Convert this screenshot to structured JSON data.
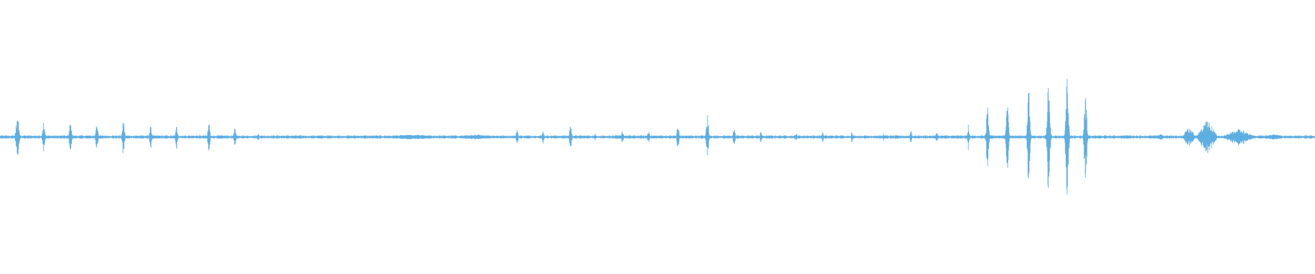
{
  "waveform": {
    "color": "#5dade2",
    "background": "#ffffff",
    "duration_norm": 1.0,
    "amplitude_scale": "linear",
    "bursts": [
      {
        "t": 0.0133,
        "amp": 0.18,
        "dur": 0.0038,
        "dense": false
      },
      {
        "t": 0.0333,
        "amp": 0.14,
        "dur": 0.003,
        "dense": false
      },
      {
        "t": 0.0536,
        "amp": 0.12,
        "dur": 0.0032,
        "dense": false
      },
      {
        "t": 0.0736,
        "amp": 0.1,
        "dur": 0.003,
        "dense": false
      },
      {
        "t": 0.0938,
        "amp": 0.14,
        "dur": 0.003,
        "dense": false
      },
      {
        "t": 0.1146,
        "amp": 0.09,
        "dur": 0.0028,
        "dense": false
      },
      {
        "t": 0.1344,
        "amp": 0.1,
        "dur": 0.0028,
        "dense": false
      },
      {
        "t": 0.1589,
        "amp": 0.12,
        "dur": 0.003,
        "dense": false
      },
      {
        "t": 0.1786,
        "amp": 0.07,
        "dur": 0.0026,
        "dense": false
      },
      {
        "t": 0.1964,
        "amp": 0.04,
        "dur": 0.002,
        "dense": false
      },
      {
        "t": 0.313,
        "amp": 0.02,
        "dur": 0.05,
        "dense": true
      },
      {
        "t": 0.362,
        "amp": 0.02,
        "dur": 0.038,
        "dense": true
      },
      {
        "t": 0.3932,
        "amp": 0.07,
        "dur": 0.0024,
        "dense": false
      },
      {
        "t": 0.413,
        "amp": 0.06,
        "dur": 0.0024,
        "dense": false
      },
      {
        "t": 0.4339,
        "amp": 0.1,
        "dur": 0.0028,
        "dense": false
      },
      {
        "t": 0.4526,
        "amp": 0.03,
        "dur": 0.002,
        "dense": false
      },
      {
        "t": 0.4734,
        "amp": 0.06,
        "dur": 0.0024,
        "dense": false
      },
      {
        "t": 0.4932,
        "amp": 0.06,
        "dur": 0.0024,
        "dense": false
      },
      {
        "t": 0.5156,
        "amp": 0.12,
        "dur": 0.0026,
        "dense": false
      },
      {
        "t": 0.538,
        "amp": 0.18,
        "dur": 0.003,
        "dense": false
      },
      {
        "t": 0.5583,
        "amp": 0.1,
        "dur": 0.0024,
        "dense": false
      },
      {
        "t": 0.5786,
        "amp": 0.05,
        "dur": 0.002,
        "dense": false
      },
      {
        "t": 0.6055,
        "amp": 0.04,
        "dur": 0.002,
        "dense": false
      },
      {
        "t": 0.6255,
        "amp": 0.05,
        "dur": 0.002,
        "dense": false
      },
      {
        "t": 0.6479,
        "amp": 0.05,
        "dur": 0.002,
        "dense": false
      },
      {
        "t": 0.6719,
        "amp": 0.03,
        "dur": 0.002,
        "dense": false
      },
      {
        "t": 0.6927,
        "amp": 0.08,
        "dur": 0.002,
        "dense": false
      },
      {
        "t": 0.7125,
        "amp": 0.07,
        "dur": 0.002,
        "dense": false
      },
      {
        "t": 0.7365,
        "amp": 0.1,
        "dur": 0.002,
        "dense": false
      },
      {
        "t": 0.751,
        "amp": 0.27,
        "dur": 0.003,
        "dense": false
      },
      {
        "t": 0.7661,
        "amp": 0.3,
        "dur": 0.0032,
        "dense": false
      },
      {
        "t": 0.7823,
        "amp": 0.38,
        "dur": 0.0034,
        "dense": false
      },
      {
        "t": 0.7974,
        "amp": 0.46,
        "dur": 0.0036,
        "dense": false
      },
      {
        "t": 0.8115,
        "amp": 0.46,
        "dur": 0.0036,
        "dense": false
      },
      {
        "t": 0.8255,
        "amp": 0.38,
        "dur": 0.0034,
        "dense": false
      },
      {
        "t": 0.856,
        "amp": 0.015,
        "dur": 0.025,
        "dense": true
      },
      {
        "t": 0.883,
        "amp": 0.03,
        "dur": 0.005,
        "dense": true
      },
      {
        "t": 0.904,
        "amp": 0.08,
        "dur": 0.01,
        "dense": true
      },
      {
        "t": 0.918,
        "amp": 0.13,
        "dur": 0.016,
        "dense": true
      },
      {
        "t": 0.942,
        "amp": 0.07,
        "dur": 0.024,
        "dense": true
      },
      {
        "t": 0.968,
        "amp": 0.025,
        "dur": 0.016,
        "dense": true
      }
    ]
  }
}
